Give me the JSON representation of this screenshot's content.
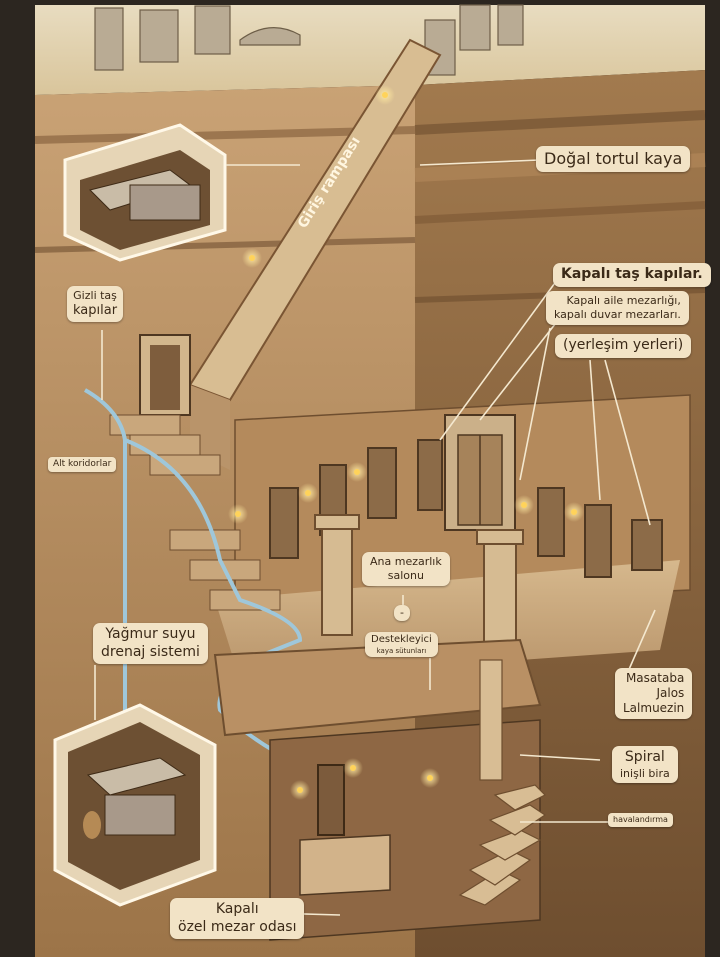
{
  "labels": {
    "entrance_ramp": "Giriş rampası",
    "natural_rock": "Doğal tortul kaya",
    "hidden_doors_1": "Gizli taş",
    "hidden_doors_2": "kapılar",
    "lower_corridors": "Alt koridorlar",
    "closed_doors": "Kapalı taş kapılar.",
    "family_tombs_1": "Kapalı aile mezarlığı,",
    "family_tombs_2": "kapalı duvar mezarları.",
    "settlements": "(yerleşim yerleri)",
    "main_hall_1": "Ana mezarlık",
    "main_hall_2": "salonu",
    "dash": "-",
    "support_1": "Destekleyici",
    "support_2": "kaya sütunları",
    "rain_1": "Yağmur suyu",
    "rain_2": "drenaj sistemi",
    "masataba_1": "Masataba",
    "masataba_2": "Jalos",
    "masataba_3": "Lalmuezin",
    "spiral_1": "Spiral",
    "spiral_2": "inişli bira",
    "ventilation": "havalandırma",
    "private_1": "Kapalı",
    "private_2": "özel mezar odası"
  },
  "colors": {
    "label_bg": "#f2e3c6",
    "label_text": "#3b2a18",
    "rock_light": "#c9a275",
    "rock_dark": "#8a6440",
    "water": "#9fc7da",
    "lamp": "#ffd35a"
  }
}
